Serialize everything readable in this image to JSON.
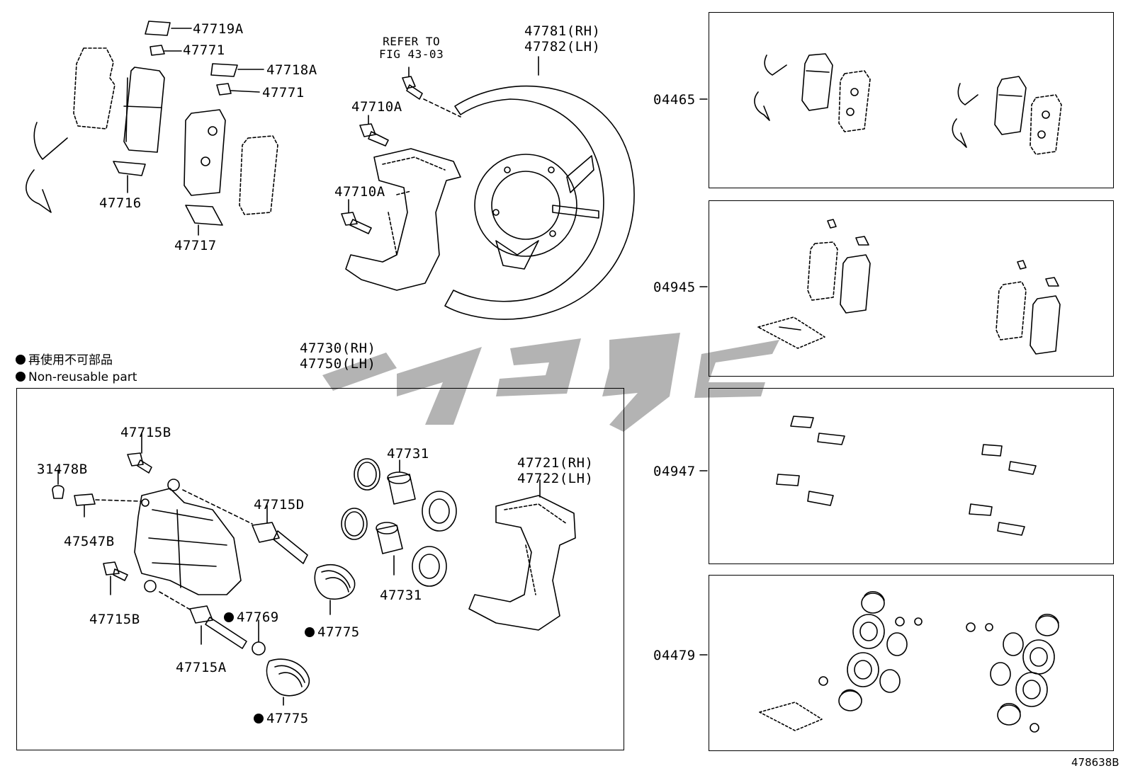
{
  "legend": {
    "japanese": "再使用不可部品",
    "english": "Non-reusable part"
  },
  "diagram_id": "478638B",
  "labels": {
    "p47719A": "47719A",
    "p47771a": "47771",
    "p47718A": "47718A",
    "p47771b": "47771",
    "p47716": "47716",
    "p47717": "47717",
    "refer_line1": "REFER TO",
    "refer_line2": "FIG 43-03",
    "p47710A_top": "47710A",
    "p47710A_mid": "47710A",
    "p47781": "47781(RH)",
    "p47782": "47782(LH)",
    "p47730": "47730(RH)",
    "p47750": "47750(LH)",
    "p47715B_top": "47715B",
    "p31478B": "31478B",
    "p47547B": "47547B",
    "p47715B_bot": "47715B",
    "p47715D": "47715D",
    "p47731_top": "47731",
    "p47731_bot": "47731",
    "p47721": "47721(RH)",
    "p47722": "47722(LH)",
    "p47769": "47769",
    "p47775_mid": "47775",
    "p47715A": "47715A",
    "p47775_bot": "47775"
  },
  "kits": [
    {
      "code": "04465"
    },
    {
      "code": "04945"
    },
    {
      "code": "04947"
    },
    {
      "code": "04479"
    }
  ]
}
